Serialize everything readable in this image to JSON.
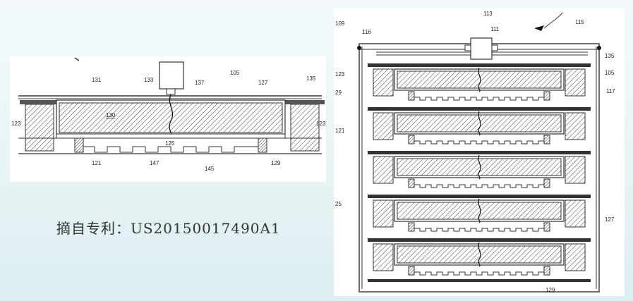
{
  "caption": "摘自专利：US20150017490A1",
  "left_figure": {
    "labels": [
      "131",
      "133",
      "137",
      "105",
      "127",
      "135",
      "123",
      "130",
      "125",
      "121",
      "147",
      "145",
      "129",
      "123"
    ]
  },
  "right_figure": {
    "labels": [
      "113",
      "111",
      "115",
      "109",
      "116",
      "135",
      "123",
      "105",
      "29",
      "117",
      "121",
      "25",
      "127",
      "129"
    ]
  }
}
